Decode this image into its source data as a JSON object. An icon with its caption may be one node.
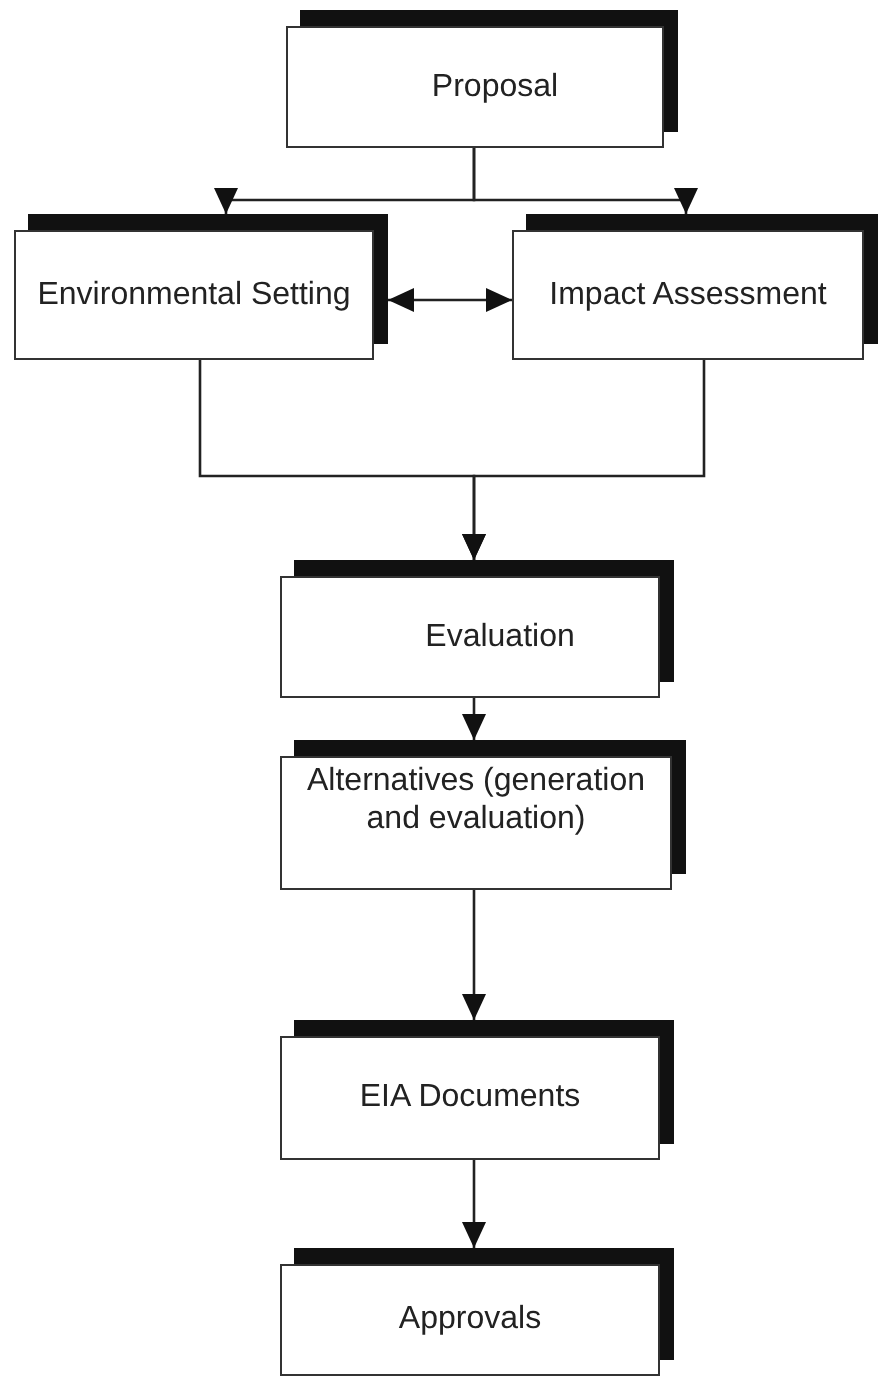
{
  "diagram": {
    "nodes": [
      {
        "text": [
          "Proposal"
        ]
      },
      {
        "text": [
          "Environmental Setting"
        ]
      },
      {
        "text": [
          "Impact Assessment"
        ]
      },
      {
        "text": [
          "Evaluation"
        ]
      },
      {
        "text": [
          "Alternatives (generation and evaluation)"
        ]
      },
      {
        "text": [
          "EIA Documents"
        ]
      },
      {
        "text": [
          "Approvals"
        ]
      }
    ],
    "edges": [
      {
        "from": 0,
        "to": 1,
        "arrow": "to"
      },
      {
        "from": 0,
        "to": 2,
        "arrow": "to"
      },
      {
        "from": 1,
        "to": 2,
        "arrow": "both"
      },
      {
        "from": 1,
        "to": 3,
        "arrow": "to"
      },
      {
        "from": 2,
        "to": 3,
        "arrow": "to"
      },
      {
        "from": 3,
        "to": 4,
        "arrow": "to"
      },
      {
        "from": 4,
        "to": 5,
        "arrow": "to"
      },
      {
        "from": 5,
        "to": 6,
        "arrow": "to"
      }
    ]
  }
}
